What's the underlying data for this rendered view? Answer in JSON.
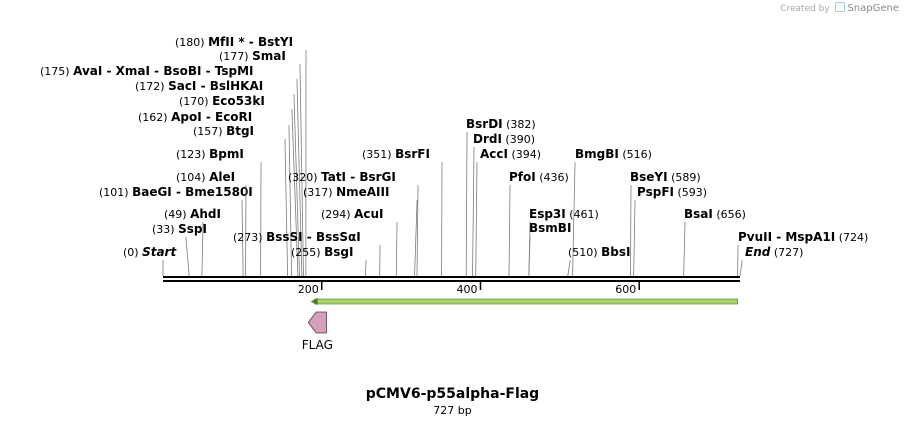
{
  "credit": {
    "prefix": "Created by",
    "brand": "SnapGene",
    "logo_icon": "snapgene-logo-icon"
  },
  "title": "pCMV6-p55alpha-Flag",
  "subtitle": "727 bp",
  "sequence_length": 727,
  "ruler": {
    "ticks": [
      200,
      400,
      600
    ]
  },
  "features": [
    {
      "name": "FLAG",
      "start": 183,
      "end": 206,
      "direction": "reverse",
      "color": "#d4a0b8"
    }
  ],
  "orf": {
    "start": 186,
    "end": 724,
    "color": "#a8d468",
    "border": "#4a7f1a"
  },
  "sites": [
    {
      "pos": 0,
      "pos_text": "(0)",
      "text": "Start",
      "italic": true
    },
    {
      "pos": 33,
      "pos_text": "(33)",
      "text": "SspI"
    },
    {
      "pos": 49,
      "pos_text": "(49)",
      "text": "AhdI"
    },
    {
      "pos": 101,
      "pos_text": "(101)",
      "text": "BaeGI  -  Bme1580I"
    },
    {
      "pos": 104,
      "pos_text": "(104)",
      "text": "AleI"
    },
    {
      "pos": 123,
      "pos_text": "(123)",
      "text": "BpmI"
    },
    {
      "pos": 157,
      "pos_text": "(157)",
      "text": "BtgI"
    },
    {
      "pos": 162,
      "pos_text": "(162)",
      "text": "ApoI  -  EcoRI"
    },
    {
      "pos": 170,
      "pos_text": "(170)",
      "text": "Eco53kI"
    },
    {
      "pos": 172,
      "pos_text": "(172)",
      "text": "SacI  -  BslHKAI"
    },
    {
      "pos": 175,
      "pos_text": "(175)",
      "text": "AvaI  -  XmaI  -  BsoBI  -  TspMI"
    },
    {
      "pos": 177,
      "pos_text": "(177)",
      "text": "SmaI"
    },
    {
      "pos": 180,
      "pos_text": "(180)",
      "text": "MfII *  -  BstYI"
    },
    {
      "pos": 255,
      "pos_text": "(255)",
      "text": "BsgI"
    },
    {
      "pos": 273,
      "pos_text": "(273)",
      "text": "BssSI  -  BssSαI"
    },
    {
      "pos": 294,
      "pos_text": "(294)",
      "text": "AcuI"
    },
    {
      "pos": 317,
      "pos_text": "(317)",
      "text": "NmeAIII"
    },
    {
      "pos": 320,
      "pos_text": "(320)",
      "text": "TatI  -  BsrGI"
    },
    {
      "pos": 351,
      "pos_text": "(351)",
      "text": "BsrFI"
    },
    {
      "pos": 382,
      "pos_text": "(382)",
      "text": "BsrDI"
    },
    {
      "pos": 390,
      "pos_text": "(390)",
      "text": "DrdI"
    },
    {
      "pos": 394,
      "pos_text": "(394)",
      "text": "AccI"
    },
    {
      "pos": 436,
      "pos_text": "(436)",
      "text": "PfoI"
    },
    {
      "pos": 461,
      "pos_text": "(461)",
      "text": "Esp3I"
    },
    {
      "pos": 461,
      "pos_text": "",
      "text": "BsmBI"
    },
    {
      "pos": 510,
      "pos_text": "(510)",
      "text": "BbsI"
    },
    {
      "pos": 516,
      "pos_text": "(516)",
      "text": "BmgBI"
    },
    {
      "pos": 589,
      "pos_text": "(589)",
      "text": "BseYI"
    },
    {
      "pos": 593,
      "pos_text": "(593)",
      "text": "PspFI"
    },
    {
      "pos": 656,
      "pos_text": "(656)",
      "text": "BsaI"
    },
    {
      "pos": 724,
      "pos_text": "(724)",
      "text": "PvuII  -  MspA1I"
    },
    {
      "pos": 727,
      "pos_text": "(727)",
      "text": "End",
      "italic": true
    }
  ]
}
